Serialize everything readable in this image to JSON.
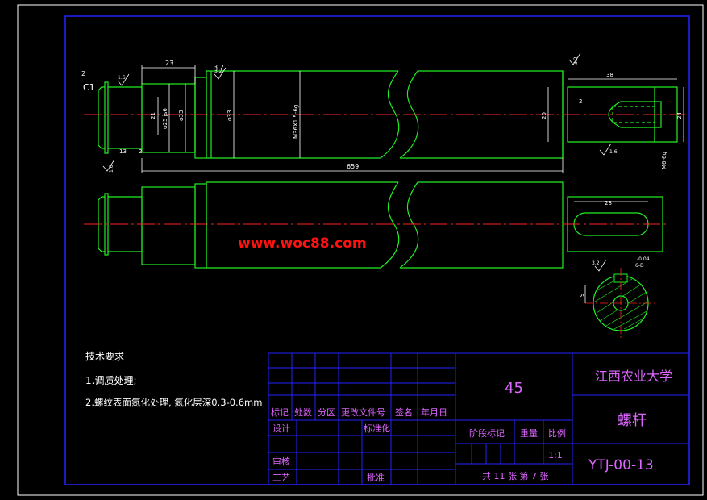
{
  "watermark": "www.woc88.com",
  "colors": {
    "background": "#000000",
    "frame": "#ffffff",
    "border": "#2222ff",
    "part": "#22ee22",
    "dimension": "#ffffff",
    "centerline": "#ff2222",
    "text": "#ffffff",
    "title_block_text": "#dd66ff",
    "watermark": "#ff1111"
  },
  "tech_requirements": {
    "heading": "技术要求",
    "items": [
      "1.调质处理;",
      "2.螺纹表面氮化处理, 氮化层深0.3-0.6mm"
    ]
  },
  "dimensions": {
    "chamfer": "C1",
    "d1": "2",
    "d2": "23",
    "d3": "3.2",
    "d4": "21",
    "d5": "φ25 js6",
    "d6": "φ33",
    "d7": "φ33",
    "d8": "M36X1.5-6g",
    "d9": "13",
    "d10": "2",
    "d11": "659",
    "d12": "20",
    "d13": "2",
    "d14": "38",
    "d15": "24",
    "d16": "M6-6g",
    "d17": "28",
    "d18": "9",
    "d19": "-0.04",
    "d20": "6-D",
    "rough1": "1.6",
    "rough2": "3.2",
    "rough3": "1.6",
    "rough4": "3.2",
    "rough5": "1.6",
    "rough6": "3.2"
  },
  "title_block": {
    "material": "45",
    "school": "江西农业大学",
    "part_name": "螺杆",
    "drawing_no": "YTJ-00-13",
    "labels": {
      "mark": "标记",
      "count": "处数",
      "zone": "分区",
      "change_doc": "更改文件号",
      "signature": "签名",
      "date": "年月日",
      "design": "设计",
      "standardize": "标准化",
      "stage_mark": "阶段标记",
      "weight": "重量",
      "scale": "比例",
      "review": "审核",
      "process": "工艺",
      "approve": "批准"
    },
    "scale_value": "1:1",
    "sheets": "共 11 张 第 7 张"
  }
}
